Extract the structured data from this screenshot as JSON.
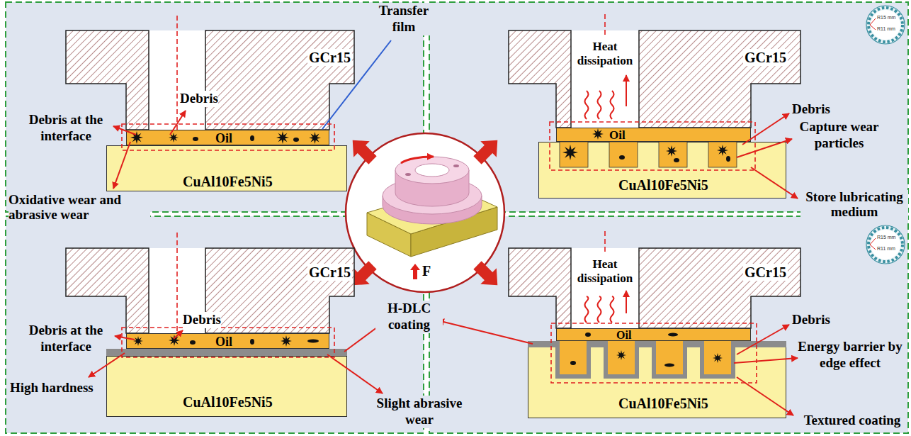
{
  "diagram": {
    "nodes": [
      {
        "text": [
          "GCr15"
        ]
      },
      {
        "text": [
          "Oil"
        ]
      },
      {
        "text": [
          "CuAl10Fe5Ni5"
        ]
      },
      {
        "text": [
          "GCr15"
        ]
      },
      {
        "text": [
          "Oil"
        ]
      },
      {
        "text": [
          "CuAl10Fe5Ni5"
        ]
      },
      {
        "text": [
          "GCr15"
        ]
      },
      {
        "text": [
          "Oil"
        ]
      },
      {
        "text": [
          "CuAl10Fe5Ni5"
        ]
      },
      {
        "text": [
          "GCr15"
        ]
      },
      {
        "text": [
          "Oil"
        ]
      },
      {
        "text": [
          "CuAl10Fe5Ni5"
        ]
      }
    ],
    "labels": [
      "Transfer film",
      "Debris",
      "Debris at the interface",
      "Oxidative wear and abrasive wear",
      "Heat dissipation",
      "Debris",
      "Capture wear particles",
      "Store lubricating medium",
      "R15 mm",
      "R11 mm",
      "Debris",
      "Debris at the interface",
      "High hardness",
      "H-DLC coating",
      "Slight abrasive wear",
      "Heat dissipation",
      "Debris",
      "Energy barrier by edge effect",
      "Textured coating",
      "R15 mm",
      "R11 mm",
      "F"
    ]
  }
}
